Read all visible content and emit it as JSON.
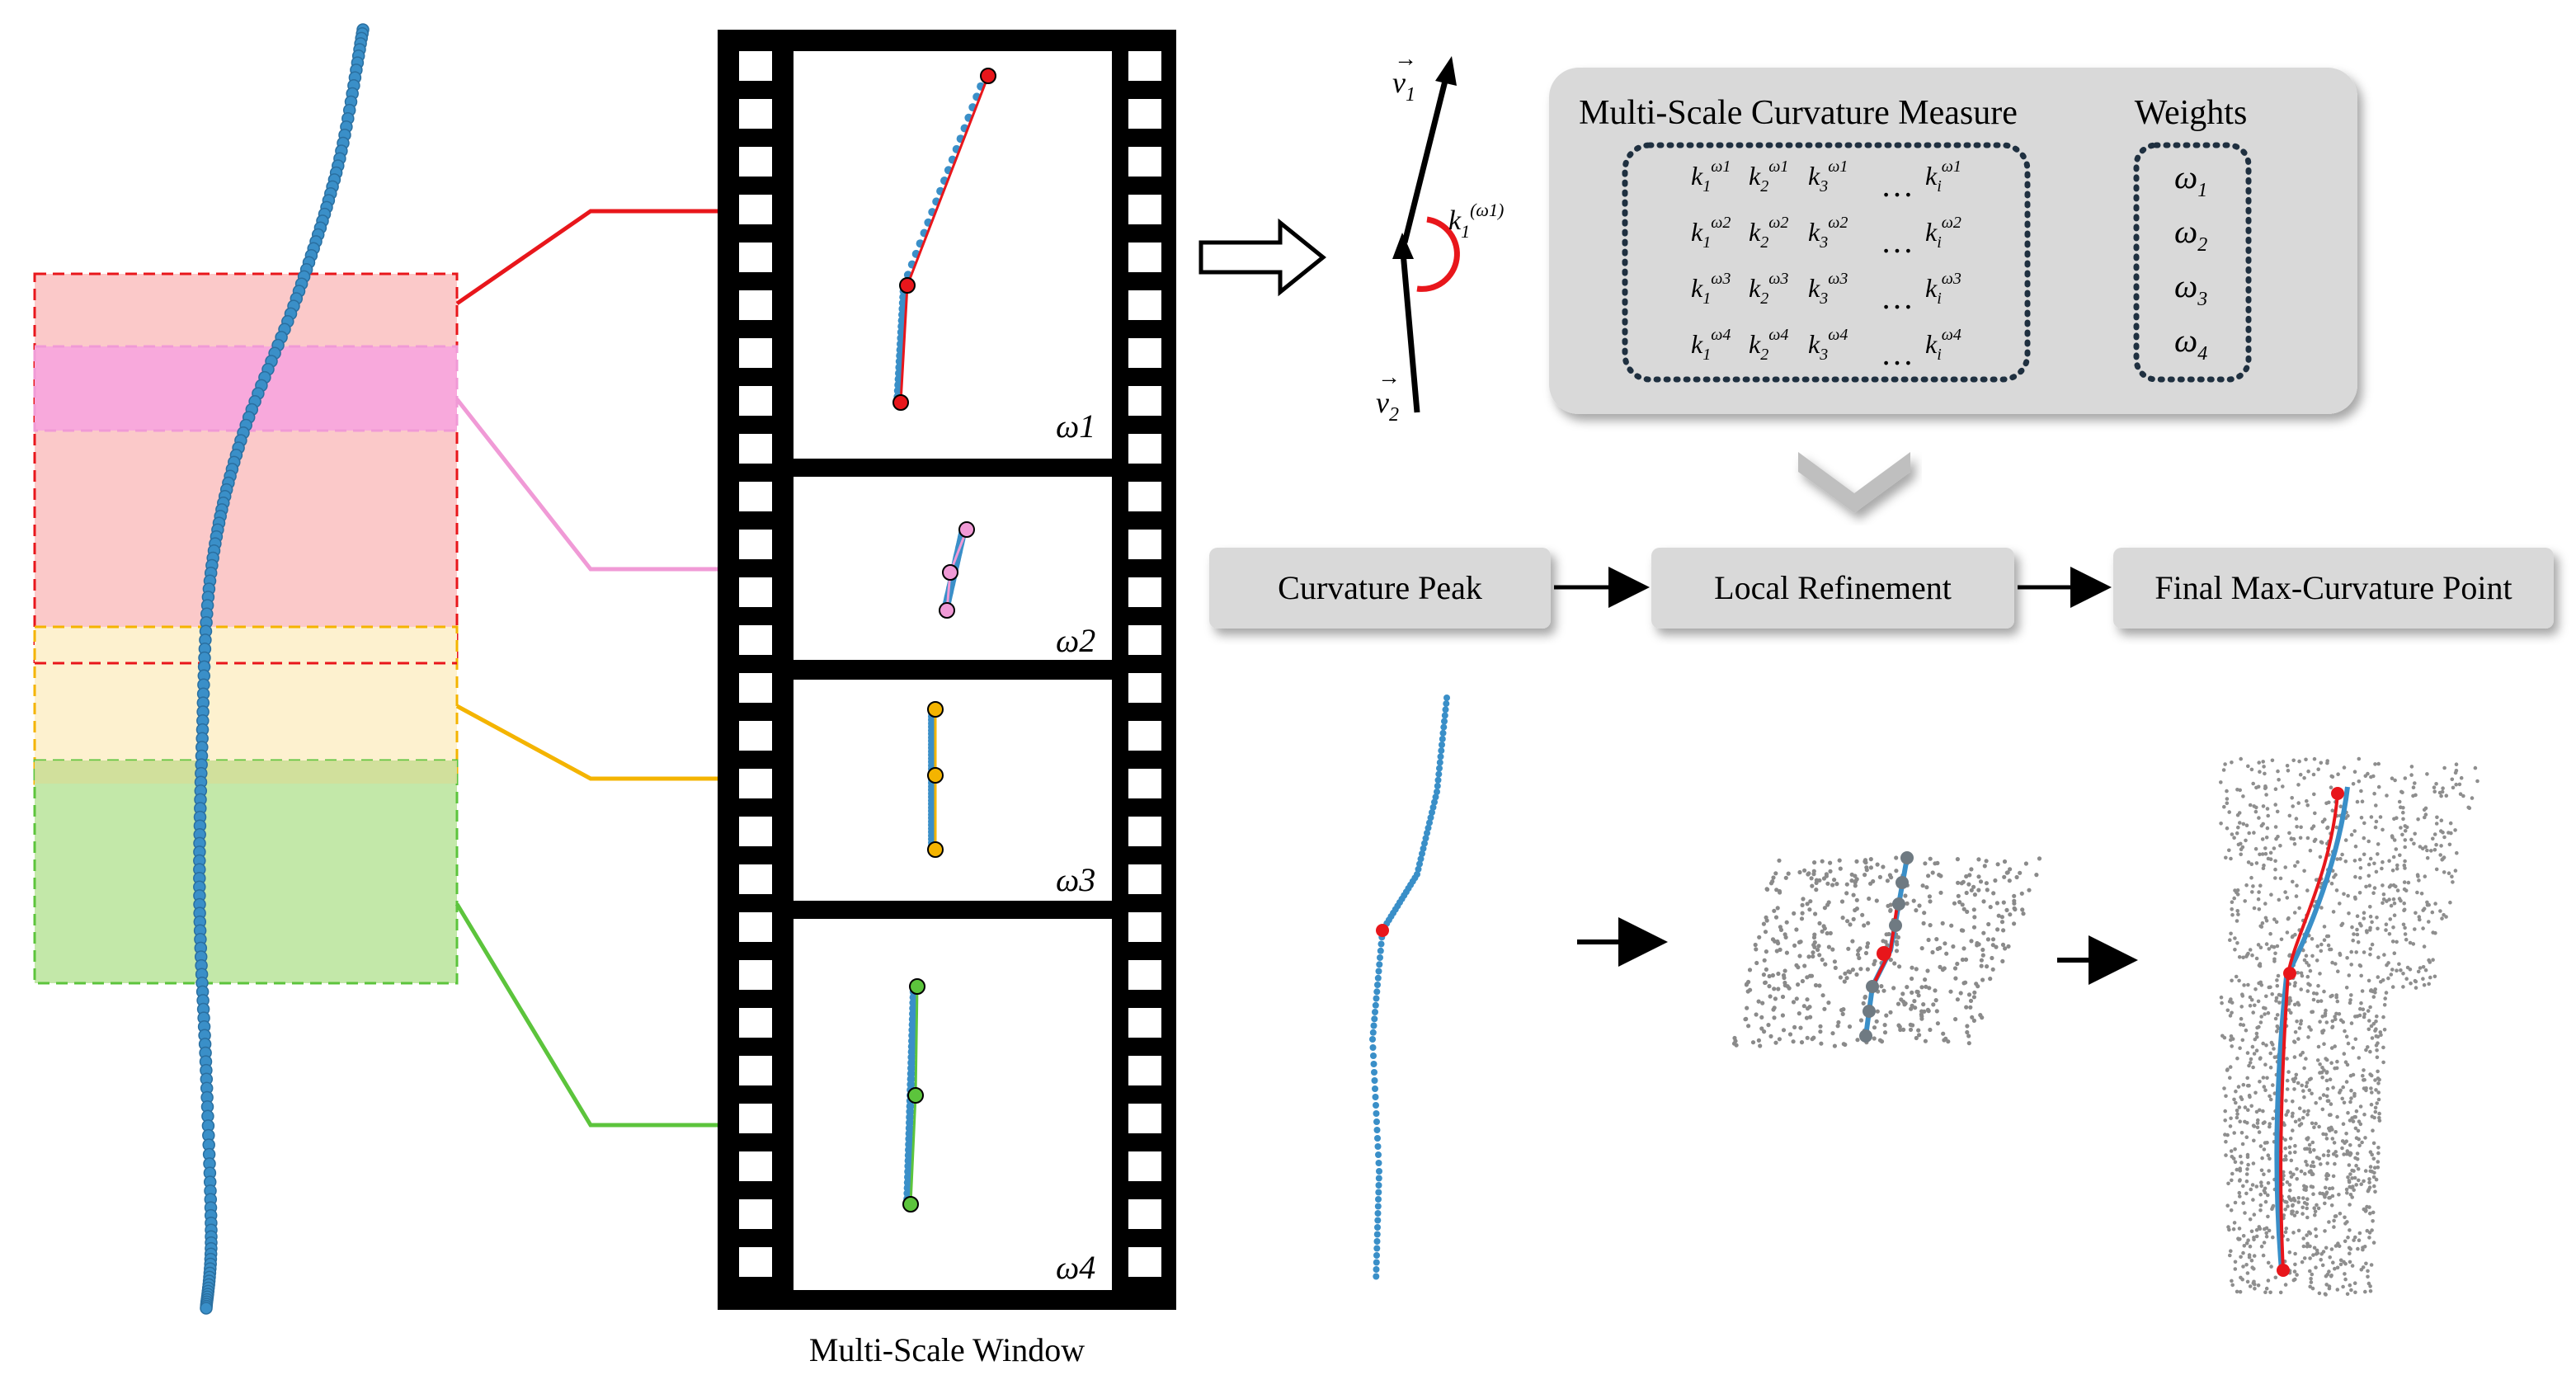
{
  "film": {
    "caption": "Multi-Scale Window",
    "frames": [
      {
        "label": "ω1",
        "color": "#e8161b"
      },
      {
        "label": "ω2",
        "color": "#f09ad6"
      },
      {
        "label": "ω3",
        "color": "#f4b400"
      },
      {
        "label": "ω4",
        "color": "#5cc43c"
      }
    ]
  },
  "vectors": {
    "v1": "v",
    "v1_sub": "1",
    "v2": "v",
    "v2_sub": "2",
    "angle_k": "k",
    "angle_sub": "1",
    "angle_sup": "(ω1)"
  },
  "measure": {
    "title": "Multi-Scale Curvature Measure",
    "weights_title": "Weights",
    "rows": [
      {
        "sup": "ω1"
      },
      {
        "sup": "ω2"
      },
      {
        "sup": "ω3"
      },
      {
        "sup": "ω4"
      }
    ],
    "cols": [
      "1",
      "2",
      "3"
    ],
    "ellipsis": "…",
    "last_sub": "i",
    "weights": [
      {
        "sym": "ω",
        "sub": "1"
      },
      {
        "sym": "ω",
        "sub": "2"
      },
      {
        "sym": "ω",
        "sub": "3"
      },
      {
        "sym": "ω",
        "sub": "4"
      }
    ]
  },
  "pipeline": {
    "steps": [
      "Curvature Peak",
      "Local Refinement",
      "Final Max-Curvature Point"
    ]
  },
  "colors": {
    "curve": "#3a8fc8",
    "red": "#e8161b",
    "pink": "#f09ad6",
    "orange": "#f4b400",
    "green": "#5cc43c",
    "box_bg": "#d9d9d9",
    "dotted_border": "#1f3040"
  }
}
